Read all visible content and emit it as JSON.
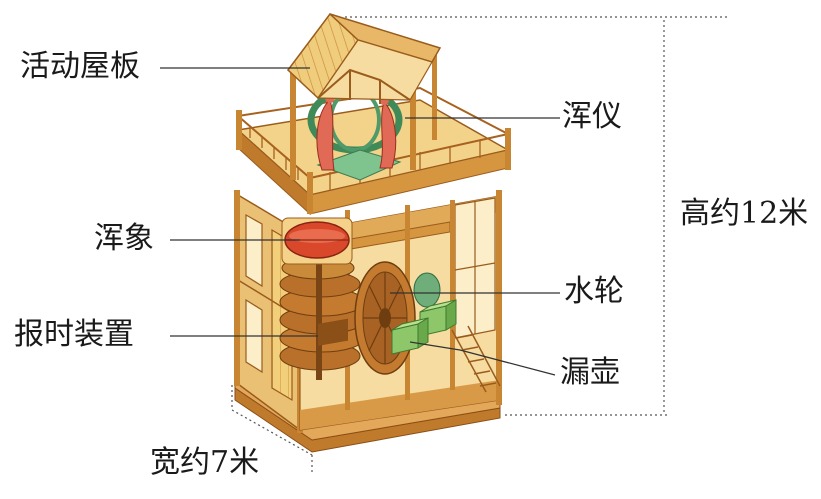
{
  "labels": {
    "movable_roof": "活动屋板",
    "armillary_sphere": "浑仪",
    "celestial_globe": "浑象",
    "water_wheel": "水轮",
    "time_signal_device": "报时装置",
    "water_clock": "漏壶",
    "height": "高约12米",
    "width": "宽约7米"
  },
  "colors": {
    "wood_light": "#f2cf7a",
    "wood_mid": "#dca24a",
    "wood_dark": "#a8621f",
    "globe_red": "#d9482b",
    "armillary_green": "#4e9a6a",
    "tank_green": "#8dc76a",
    "leader_line": "#333333"
  }
}
